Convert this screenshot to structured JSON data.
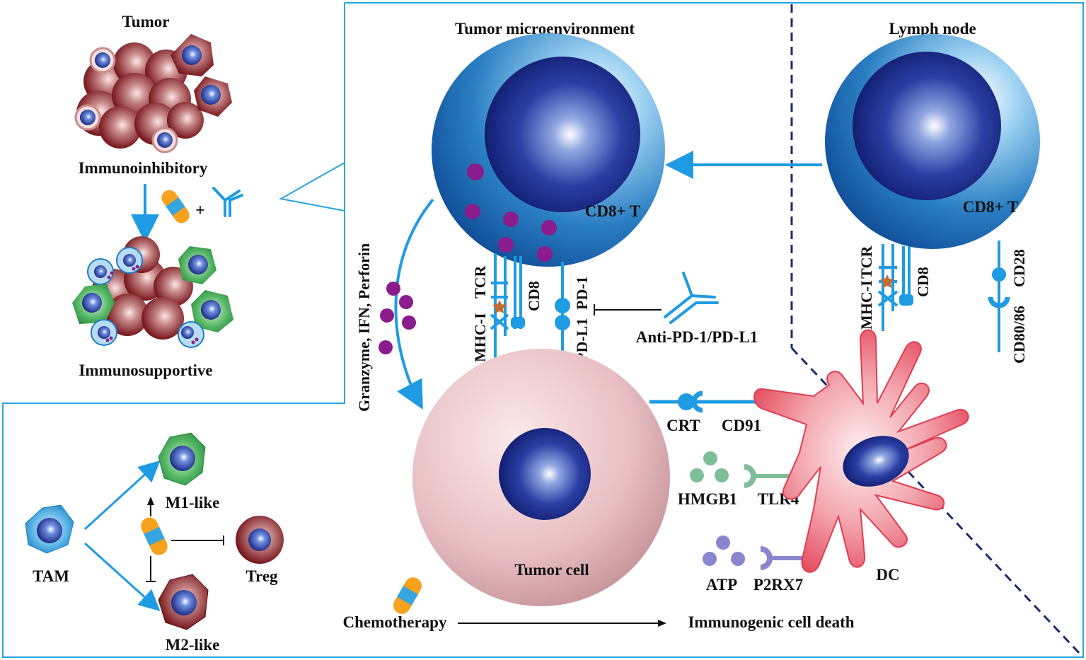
{
  "tumor_panel": {
    "tumor_label": "Tumor",
    "immunoinhibitory_label": "Immunoinhibitory",
    "plus_sign": "+",
    "immunosupportive_label": "Immunosupportive"
  },
  "macrophage_panel": {
    "tam_label": "TAM",
    "m1_label": "M1-like",
    "m2_label": "M2-like",
    "treg_label": "Treg"
  },
  "tme_panel": {
    "title": "Tumor microenvironment",
    "cd8_t_label": "CD8+ T",
    "granzyme_label": "Granzyme, IFN, Perforin",
    "mhc1_label": "MHC-I",
    "tcr_label": "TCR",
    "cd8_label": "CD8",
    "pdl1_label": "PD-L1",
    "pd1_label": "PD-1",
    "anti_pd1_label": "Anti-PD-1/PD-L1",
    "tumor_cell_label": "Tumor cell",
    "crt_label": "CRT",
    "cd91_label": "CD91",
    "hmgb1_label": "HMGB1",
    "tlr4_label": "TLR4",
    "atp_label": "ATP",
    "p2rx7_label": "P2RX7",
    "dc_label": "DC",
    "chemotherapy_label": "Chemotherapy",
    "icd_label": "Immunogenic cell death"
  },
  "lymph_panel": {
    "title": "Lymph node",
    "cd8_t_label": "CD8+ T",
    "mhc1_label": "MHC-I",
    "tcr_label": "TCR",
    "cd8_label": "CD8",
    "cd80_86_label": "CD80/86",
    "cd28_label": "CD28"
  },
  "colors": {
    "frame": "#29a3e0",
    "arrow": "#1e9be3",
    "tumor_cell_red": "#7a1f1f",
    "m1_green": "#3aa657",
    "dc_pink": "#e8485a",
    "granule_purple": "#8b1c8b",
    "hmgb1_green": "#7fbf98",
    "atp_violet": "#8a85cf",
    "pill_orange": "#f6a21e",
    "pill_blue": "#35a6e0",
    "dashed_line": "#1e2a6b"
  }
}
